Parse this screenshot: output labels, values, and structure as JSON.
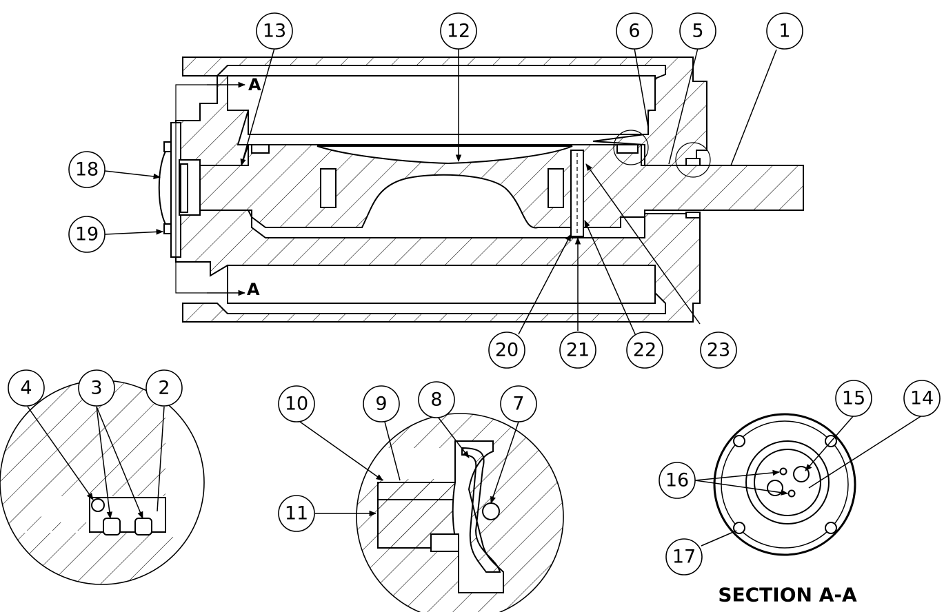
{
  "section_markers": {
    "top": "A",
    "bottom": "A"
  },
  "section_title": "SECTION A-A",
  "balloons": [
    {
      "id": "b13",
      "label": "13"
    },
    {
      "id": "b12",
      "label": "12"
    },
    {
      "id": "b6",
      "label": "6"
    },
    {
      "id": "b5",
      "label": "5"
    },
    {
      "id": "b1",
      "label": "1"
    },
    {
      "id": "b18",
      "label": "18"
    },
    {
      "id": "b19",
      "label": "19"
    },
    {
      "id": "b20",
      "label": "20"
    },
    {
      "id": "b21",
      "label": "21"
    },
    {
      "id": "b22",
      "label": "22"
    },
    {
      "id": "b23",
      "label": "23"
    },
    {
      "id": "b4",
      "label": "4"
    },
    {
      "id": "b3",
      "label": "3"
    },
    {
      "id": "b2",
      "label": "2"
    },
    {
      "id": "b10",
      "label": "10"
    },
    {
      "id": "b9",
      "label": "9"
    },
    {
      "id": "b8",
      "label": "8"
    },
    {
      "id": "b7",
      "label": "7"
    },
    {
      "id": "b11",
      "label": "11"
    },
    {
      "id": "b15",
      "label": "15"
    },
    {
      "id": "b14",
      "label": "14"
    },
    {
      "id": "b16",
      "label": "16"
    },
    {
      "id": "b17",
      "label": "17"
    }
  ]
}
